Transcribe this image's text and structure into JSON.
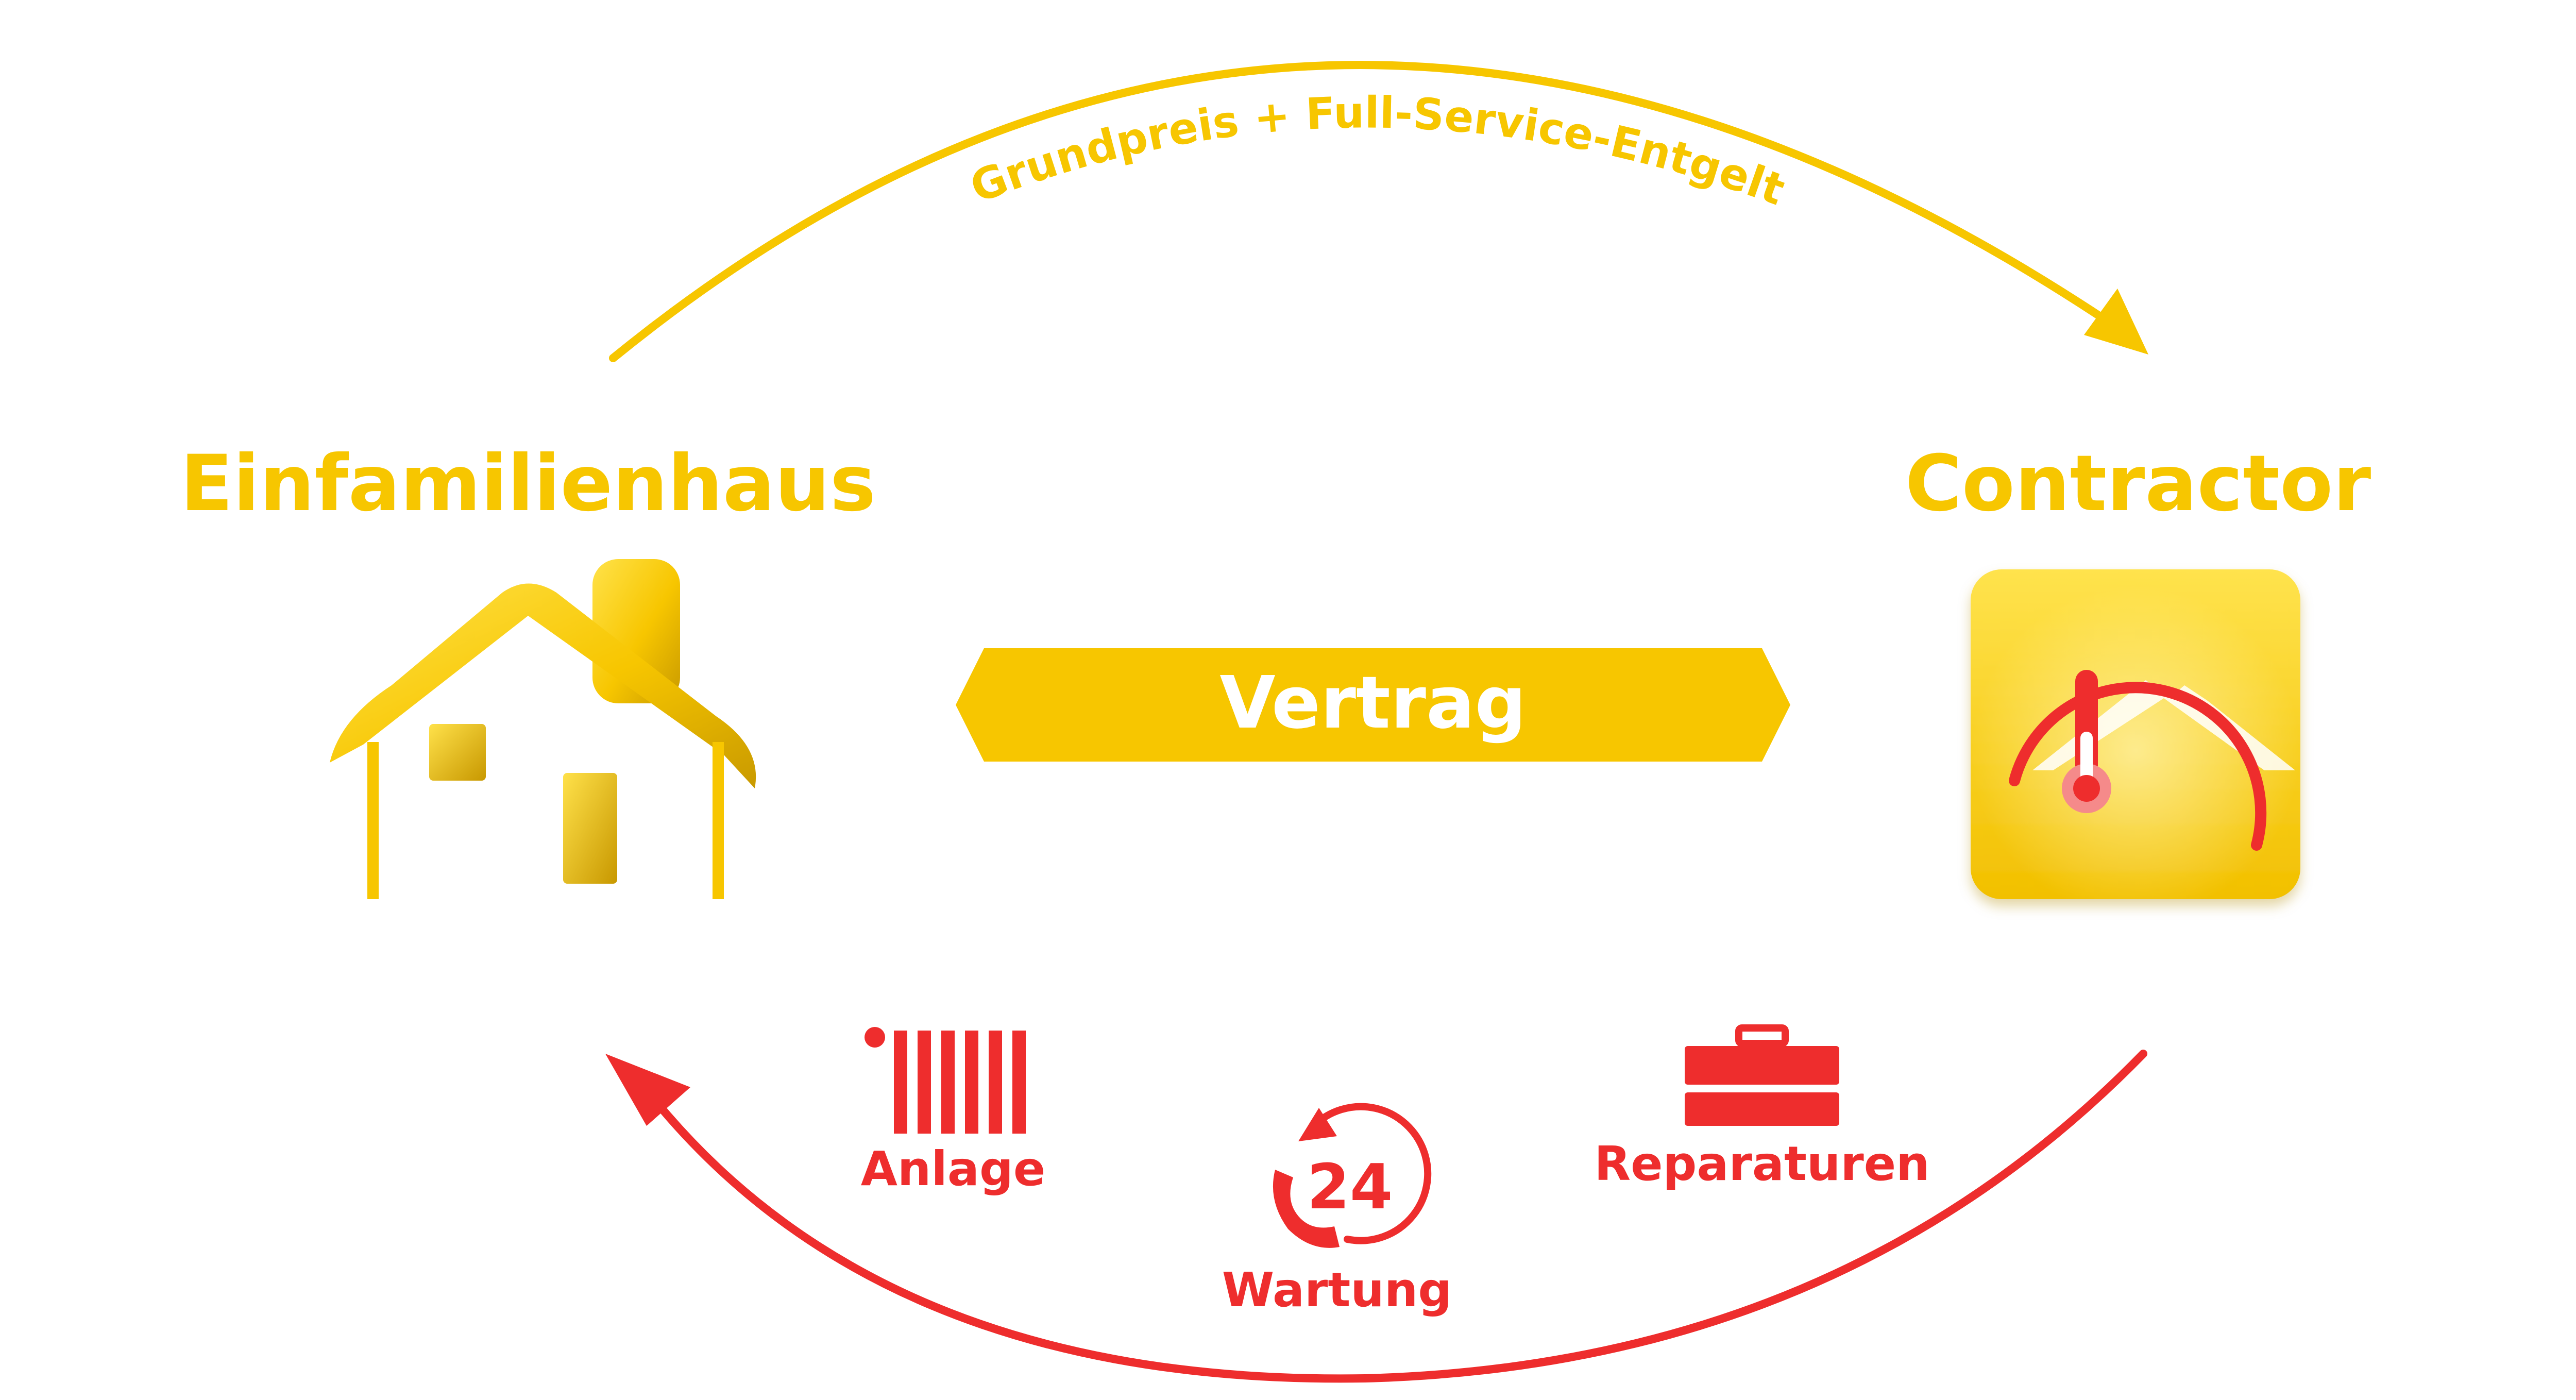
{
  "nodes": {
    "house": {
      "label": "Einfamilienhaus"
    },
    "contractor": {
      "label": "Contractor"
    }
  },
  "contract": {
    "label": "Vertrag"
  },
  "top_flow": {
    "label": "Grundpreis + Full-Service-Entgelt"
  },
  "services": {
    "anlage": {
      "label": "Anlage"
    },
    "wartung": {
      "label": "Wartung",
      "badge": "24"
    },
    "reparaturen": {
      "label": "Reparaturen"
    }
  },
  "colors": {
    "yellow": "#f7c600",
    "red": "#ee2d2d",
    "white": "#ffffff"
  }
}
